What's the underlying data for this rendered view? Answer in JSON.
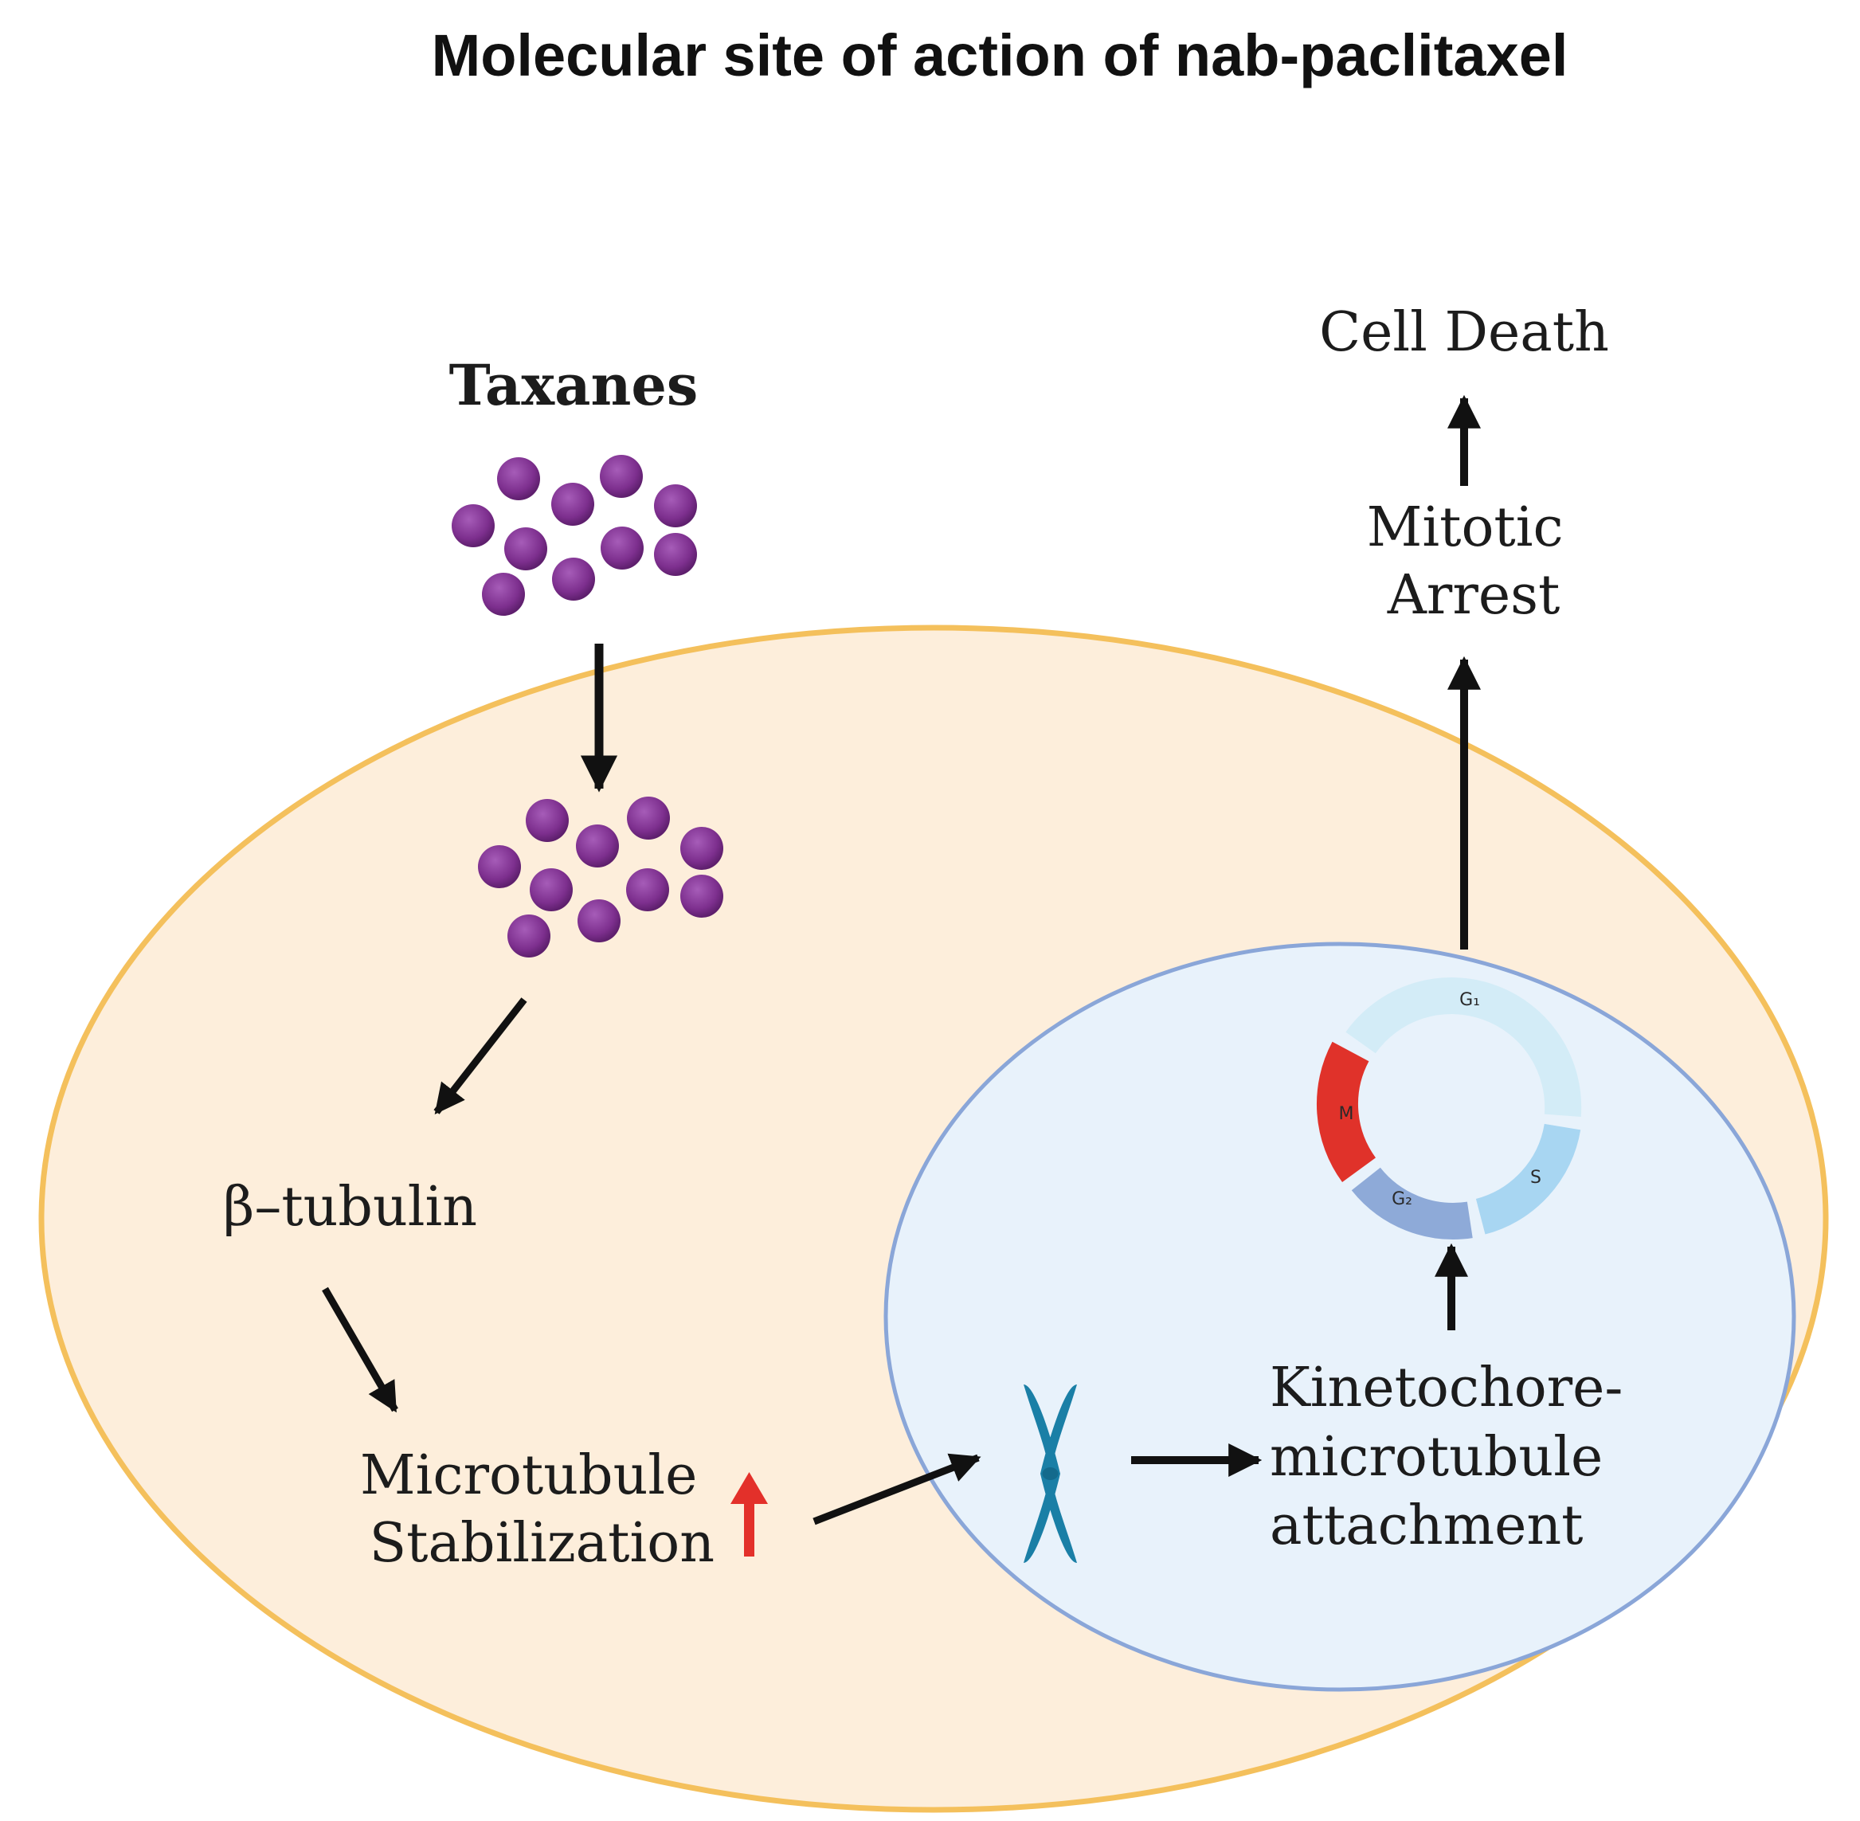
{
  "title": "Molecular site of action of nab-paclitaxel",
  "labels": {
    "taxanes": "Taxanes",
    "beta_tubulin": "β–tubulin",
    "microtubule_stabilization_line1": "Microtubule",
    "microtubule_stabilization_line2": "Stabilization",
    "kinetochore_line1": "Kinetochore-",
    "kinetochore_line2": "microtubule",
    "kinetochore_line3": "attachment",
    "mitotic_arrest_line1": "Mitotic",
    "mitotic_arrest_line2": "Arrest",
    "cell_death": "Cell Death"
  },
  "cell_cycle": {
    "phases": [
      "G₁",
      "S",
      "G₂",
      "M"
    ],
    "arrested_phase": "M"
  },
  "colors": {
    "cell_fill": "#fdeedb",
    "cell_border": "#f4c05c",
    "nucleus_fill": "#e8f2fb",
    "nucleus_border": "#8aa6d8",
    "taxane_particle": "#7d2f8e",
    "chromosome": "#1a7fa6",
    "arrow": "#111111",
    "increase_arrow": "#e3302a",
    "phase_g1": "#d3ecf7",
    "phase_s": "#a8d6f2",
    "phase_g2": "#8eaad8",
    "phase_m": "#e0322a"
  }
}
